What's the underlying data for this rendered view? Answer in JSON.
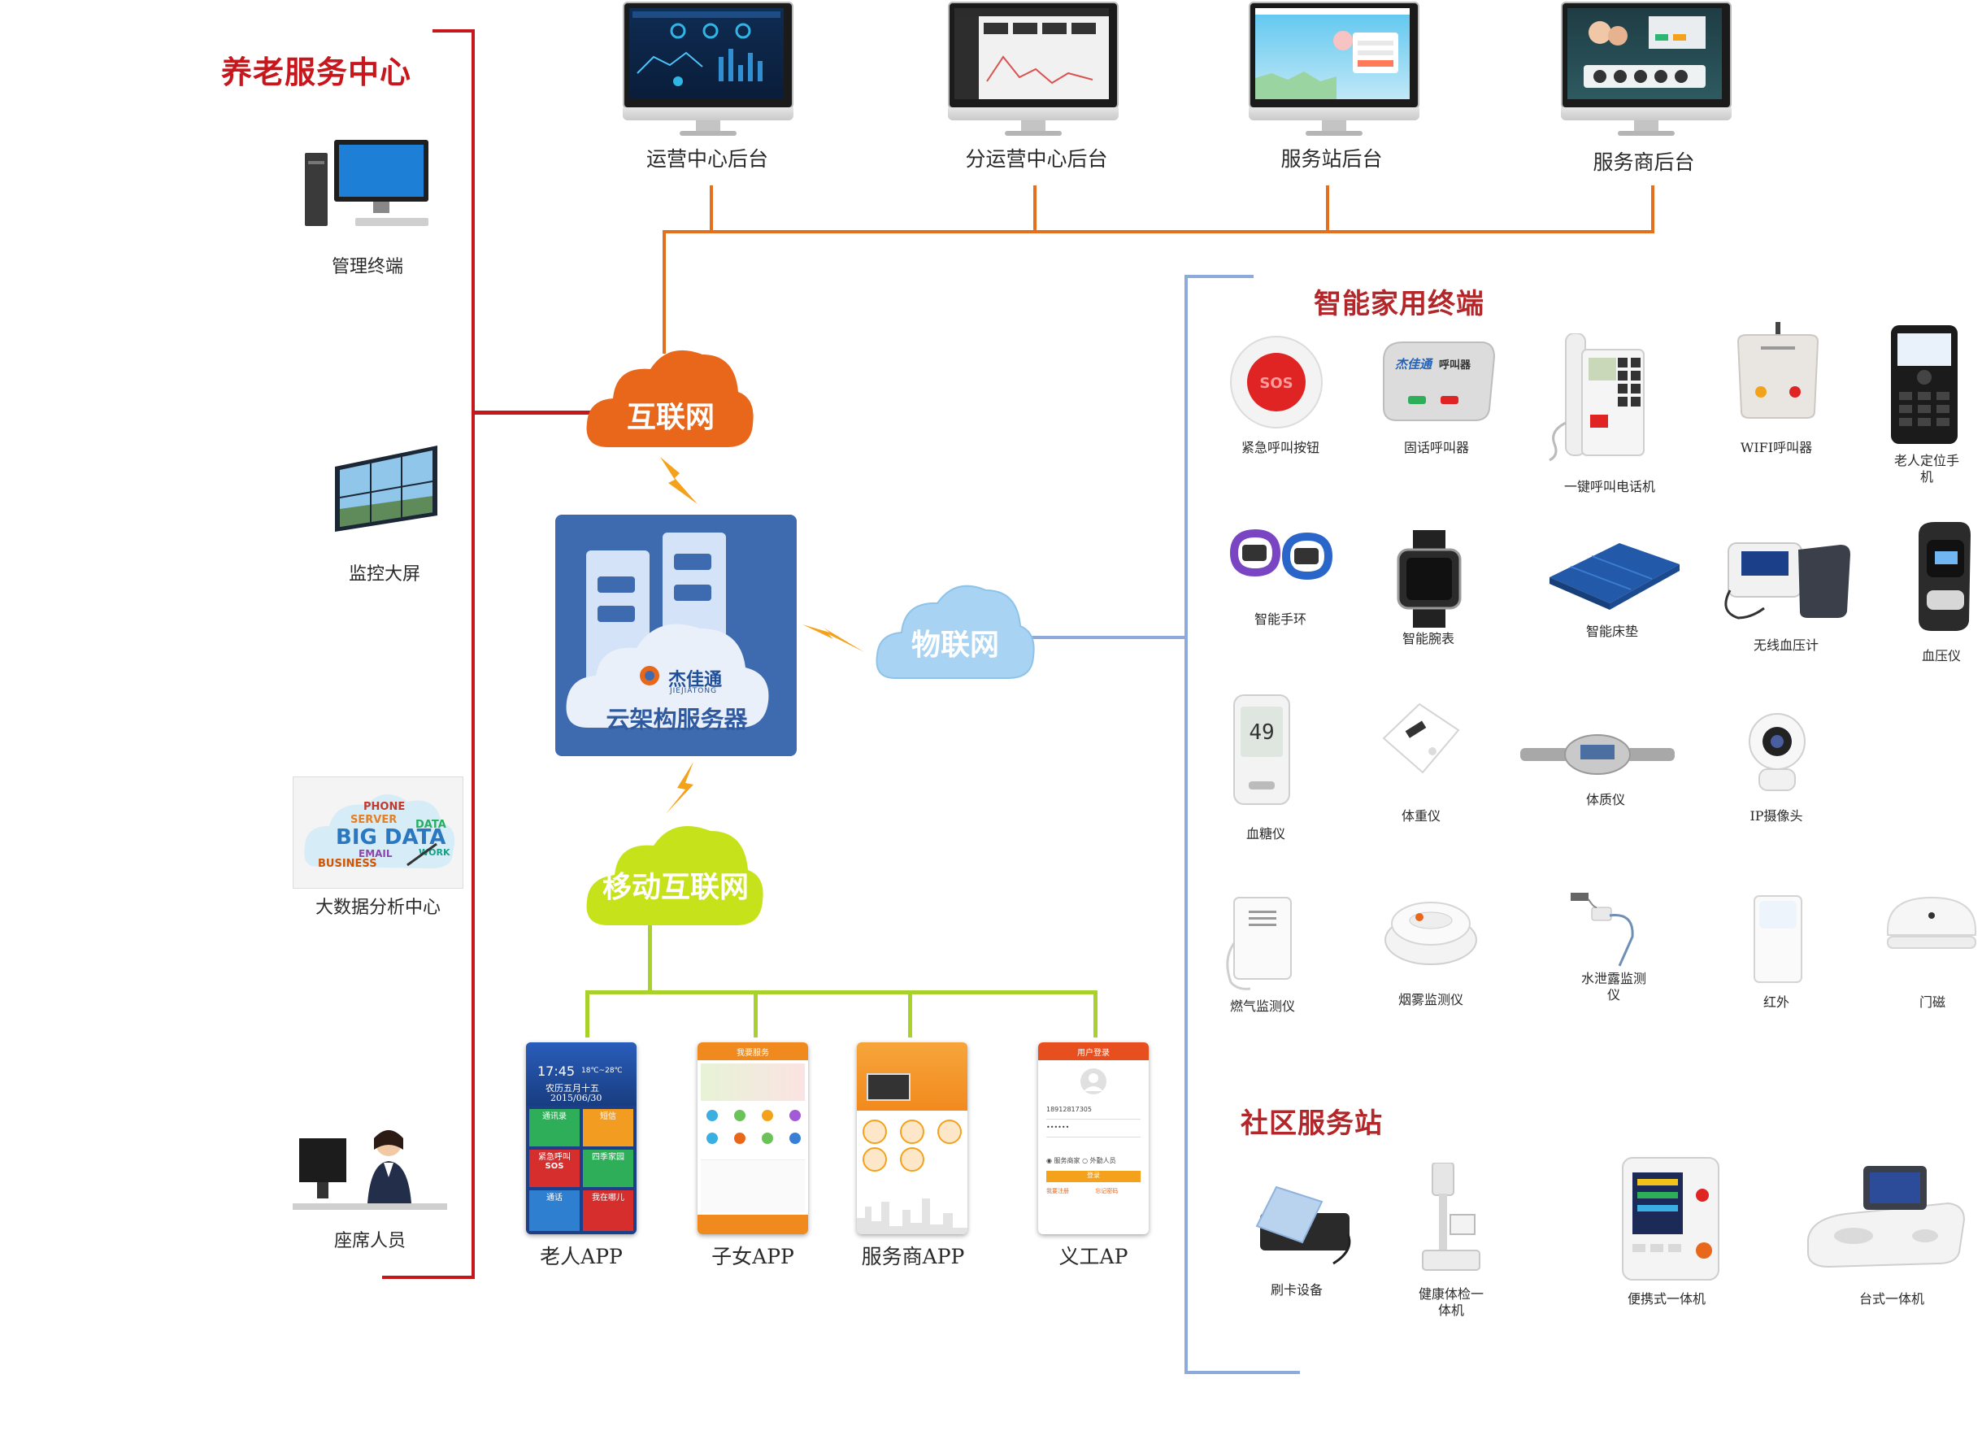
{
  "sections": {
    "center_title": "养老服务中心",
    "home_title": "智能家用终端",
    "community_title": "社区服务站"
  },
  "clouds": {
    "internet": "互联网",
    "iot": "物联网",
    "mobile": "移动互联网"
  },
  "server": {
    "brand": "杰佳通",
    "brand_en": "JIEJIATONG",
    "title": "云架构服务器"
  },
  "backends": [
    "运营中心后台",
    "分运营中心后台",
    "服务站后台",
    "服务商后台"
  ],
  "center_items": [
    "管理终端",
    "监控大屏",
    "大数据分析中心",
    "座席人员"
  ],
  "apps": [
    "老人APP",
    "子女APP",
    "服务商APP",
    "义工AP"
  ],
  "home_devices": [
    [
      "紧急呼叫按钮",
      "固话呼叫器",
      "一键呼叫电话机",
      "WIFI呼叫器",
      "老人定位手",
      "机"
    ],
    [
      "智能手环",
      "智能腕表",
      "智能床垫",
      "无线血压计",
      "血压仪"
    ],
    [
      "血糖仪",
      "体重仪",
      "体质仪",
      "IP摄像头"
    ],
    [
      "燃气监测仪",
      "烟雾监测仪",
      "水泄露监测",
      "仪",
      "红外",
      "门磁"
    ]
  ],
  "community_devices": [
    "刷卡设备",
    "健康体检一",
    "体机",
    "便携式一体机",
    "台式一体机"
  ],
  "colors": {
    "center_line": "#c8161d",
    "backend_line": "#e2701f",
    "iot_line": "#8eaadb",
    "mobile_line": "#a9d12b",
    "section_title": "#b3262a",
    "cloud_orange": "#e8671b",
    "cloud_blue": "#a9d3f2",
    "cloud_green": "#c6e21a",
    "server_blue": "#3e6bb0"
  },
  "screen_texts": {
    "sos": "SOS",
    "bigdata": "BIG DATA",
    "phone_word": "PHONE",
    "server_word": "SERVER",
    "email_word": "EMAIL",
    "business_word": "BUSINESS",
    "data_word": "DATA",
    "work_word": "WORK",
    "callbox_brand": "杰佳通",
    "callbox_label": "呼叫器",
    "glucose": "49",
    "app_time": "17:45",
    "app_weather": "18℃~28℃",
    "app_lunar": "农历五月十五",
    "app_date": "2015/06/30",
    "app_btn1": "通讯录",
    "app_btn2": "短信",
    "app_btn3": "紧急呼叫",
    "app_btn4": "四季家园",
    "app_btn5": "通话",
    "app_btn6": "我在哪儿",
    "app_header2": "我要服务",
    "volunteer_header": "用户登录",
    "volunteer_phone": "18912817305",
    "volunteer_pwd": "••••••",
    "volunteer_opt1": "服务商家",
    "volunteer_opt2": "外勤人员",
    "volunteer_btn": "登录",
    "volunteer_link1": "我要注册",
    "volunteer_link2": "忘记密码"
  }
}
